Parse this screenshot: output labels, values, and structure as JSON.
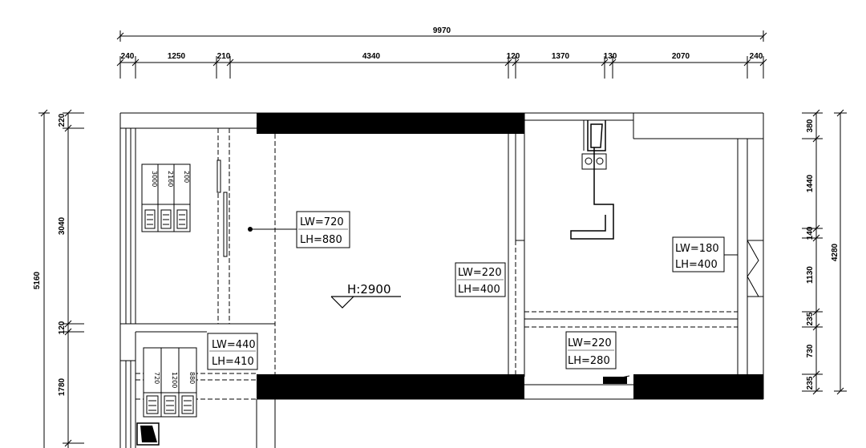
{
  "top_dims": {
    "total": "9970",
    "segments": [
      "240",
      "1250",
      "210",
      "4340",
      "120",
      "1370",
      "130",
      "2070",
      "240"
    ]
  },
  "left_dims": {
    "total": "5160",
    "segments": [
      "220",
      "3040",
      "120",
      "1780"
    ]
  },
  "right_dims": {
    "total": "4280",
    "segments": [
      "380",
      "1440",
      "140",
      "1130",
      "235",
      "730",
      "235"
    ]
  },
  "openings": [
    {
      "lw": "LW=720",
      "lh": "LH=880"
    },
    {
      "lw": "LW=220",
      "lh": "LH=400"
    },
    {
      "lw": "LW=180",
      "lh": "LH=400"
    },
    {
      "lw": "LW=440",
      "lh": "LH=410"
    },
    {
      "lw": "LW=220",
      "lh": "LH=280"
    }
  ],
  "height_marker": "H:2900",
  "cabinet_top": [
    "3000",
    "2160",
    "200"
  ],
  "cabinet_bottom": [
    "720",
    "1200",
    "880"
  ]
}
